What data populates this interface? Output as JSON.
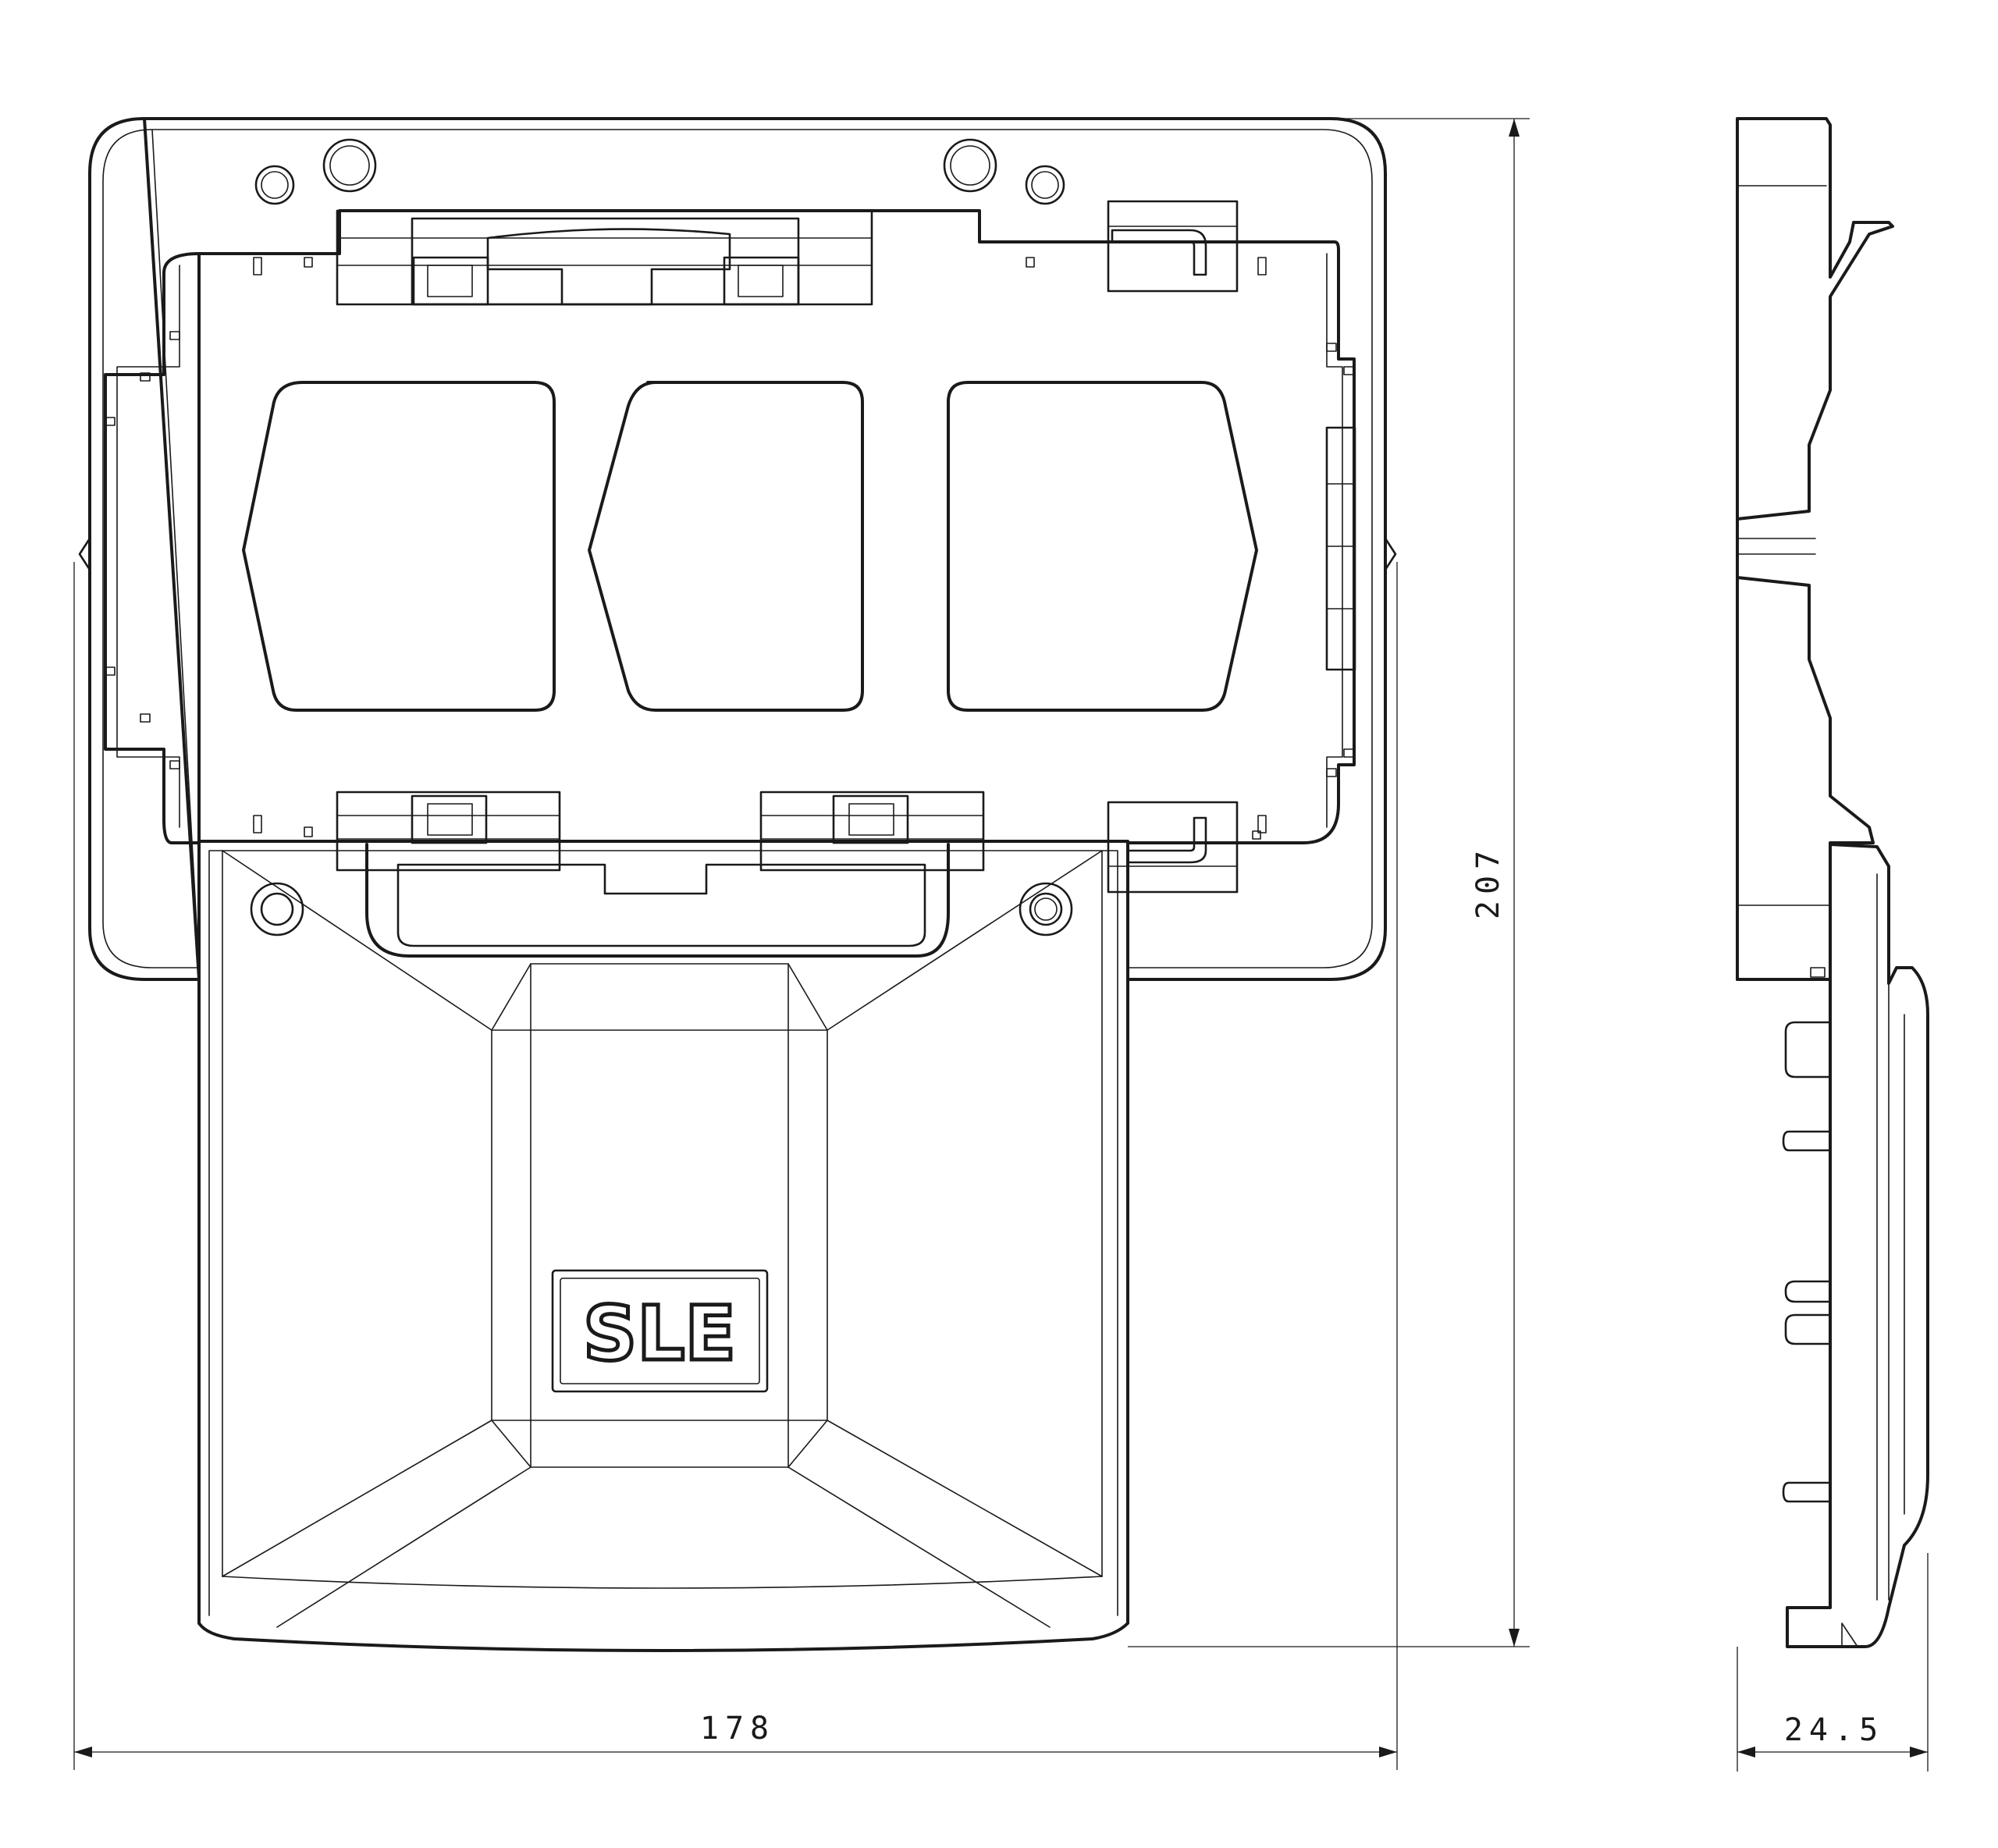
{
  "drawing": {
    "dimensions": {
      "width": "178",
      "height": "207",
      "depth": "24.5"
    },
    "logo": {
      "text": "SLE"
    }
  }
}
